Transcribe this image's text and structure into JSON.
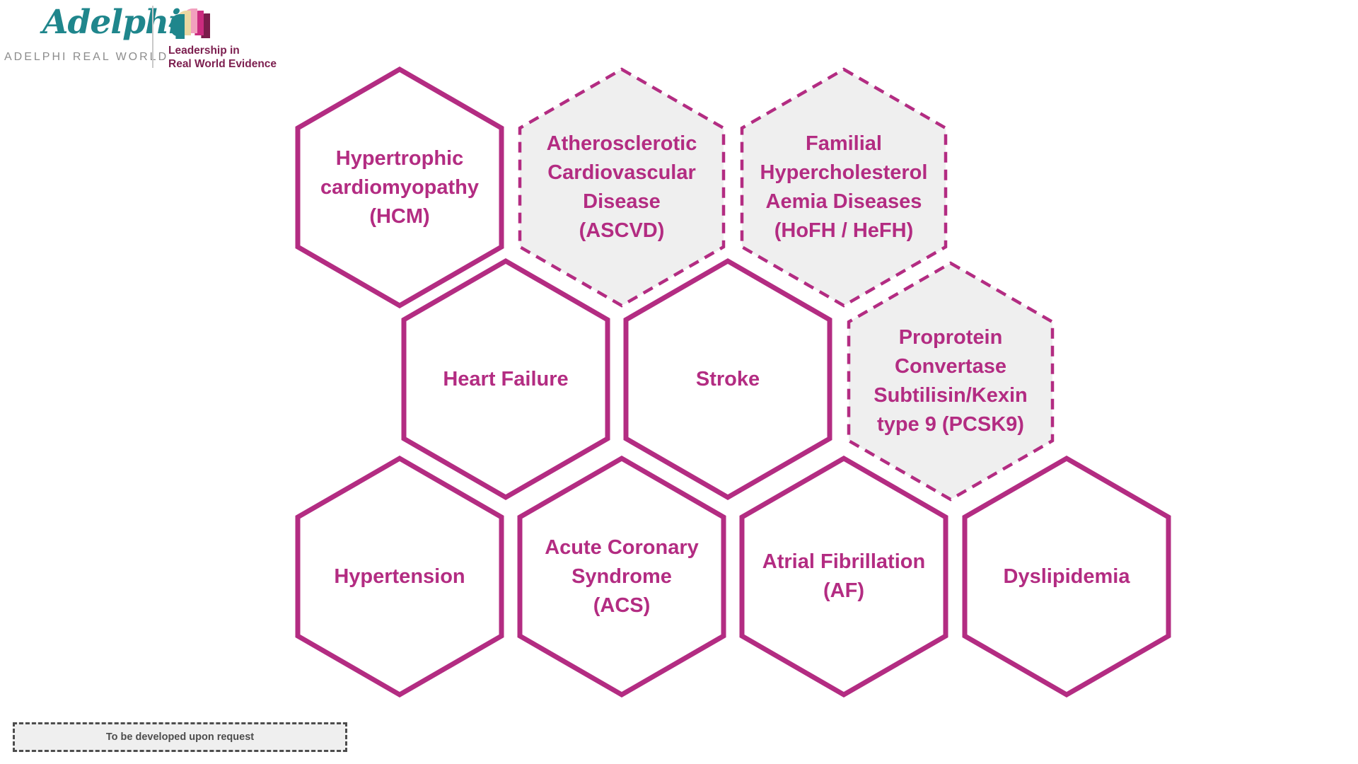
{
  "header": {
    "logo": {
      "wordmark": "Adelphi",
      "name_caps": "ADELPHI REAL WORLD",
      "tagline": "Leadership in\nReal World Evidence",
      "icon": "overlapping-heads-icon",
      "colors": {
        "teal": "#1F868C",
        "caps_gray": "#8C8C8C",
        "tagline_plum": "#7D2050"
      }
    }
  },
  "diagram": {
    "accent_color": "#B32C82",
    "solid_fill_color": "#FFFFFF",
    "dashed_fill_color": "#EFEFEF",
    "hexagons": [
      {
        "id": "hcm",
        "label": "Hypertrophic\ncardiomyopathy\n(HCM)",
        "style": "solid"
      },
      {
        "id": "ascvd",
        "label": "Atherosclerotic\nCardiovascular\nDisease\n(ASCVD)",
        "style": "dashed"
      },
      {
        "id": "hofh-hefh",
        "label": "Familial\nHypercholesterol\nAemia Diseases\n(HoFH / HeFH)",
        "style": "dashed"
      },
      {
        "id": "heart-failure",
        "label": "Heart Failure",
        "style": "solid"
      },
      {
        "id": "stroke",
        "label": "Stroke",
        "style": "solid"
      },
      {
        "id": "pcsk9",
        "label": "Proprotein\nConvertase\nSubtilisin/Kexin\ntype 9 (PCSK9)",
        "style": "dashed"
      },
      {
        "id": "hypertension",
        "label": "Hypertension",
        "style": "solid"
      },
      {
        "id": "acs",
        "label": "Acute Coronary\nSyndrome\n(ACS)",
        "style": "solid"
      },
      {
        "id": "af",
        "label": "Atrial Fibrillation\n(AF)",
        "style": "solid"
      },
      {
        "id": "dyslipidemia",
        "label": "Dyslipidemia",
        "style": "solid"
      }
    ]
  },
  "legend": {
    "label": "To be developed upon request",
    "border_color": "#4D4D4D",
    "fill_color": "#EFEFEF"
  }
}
